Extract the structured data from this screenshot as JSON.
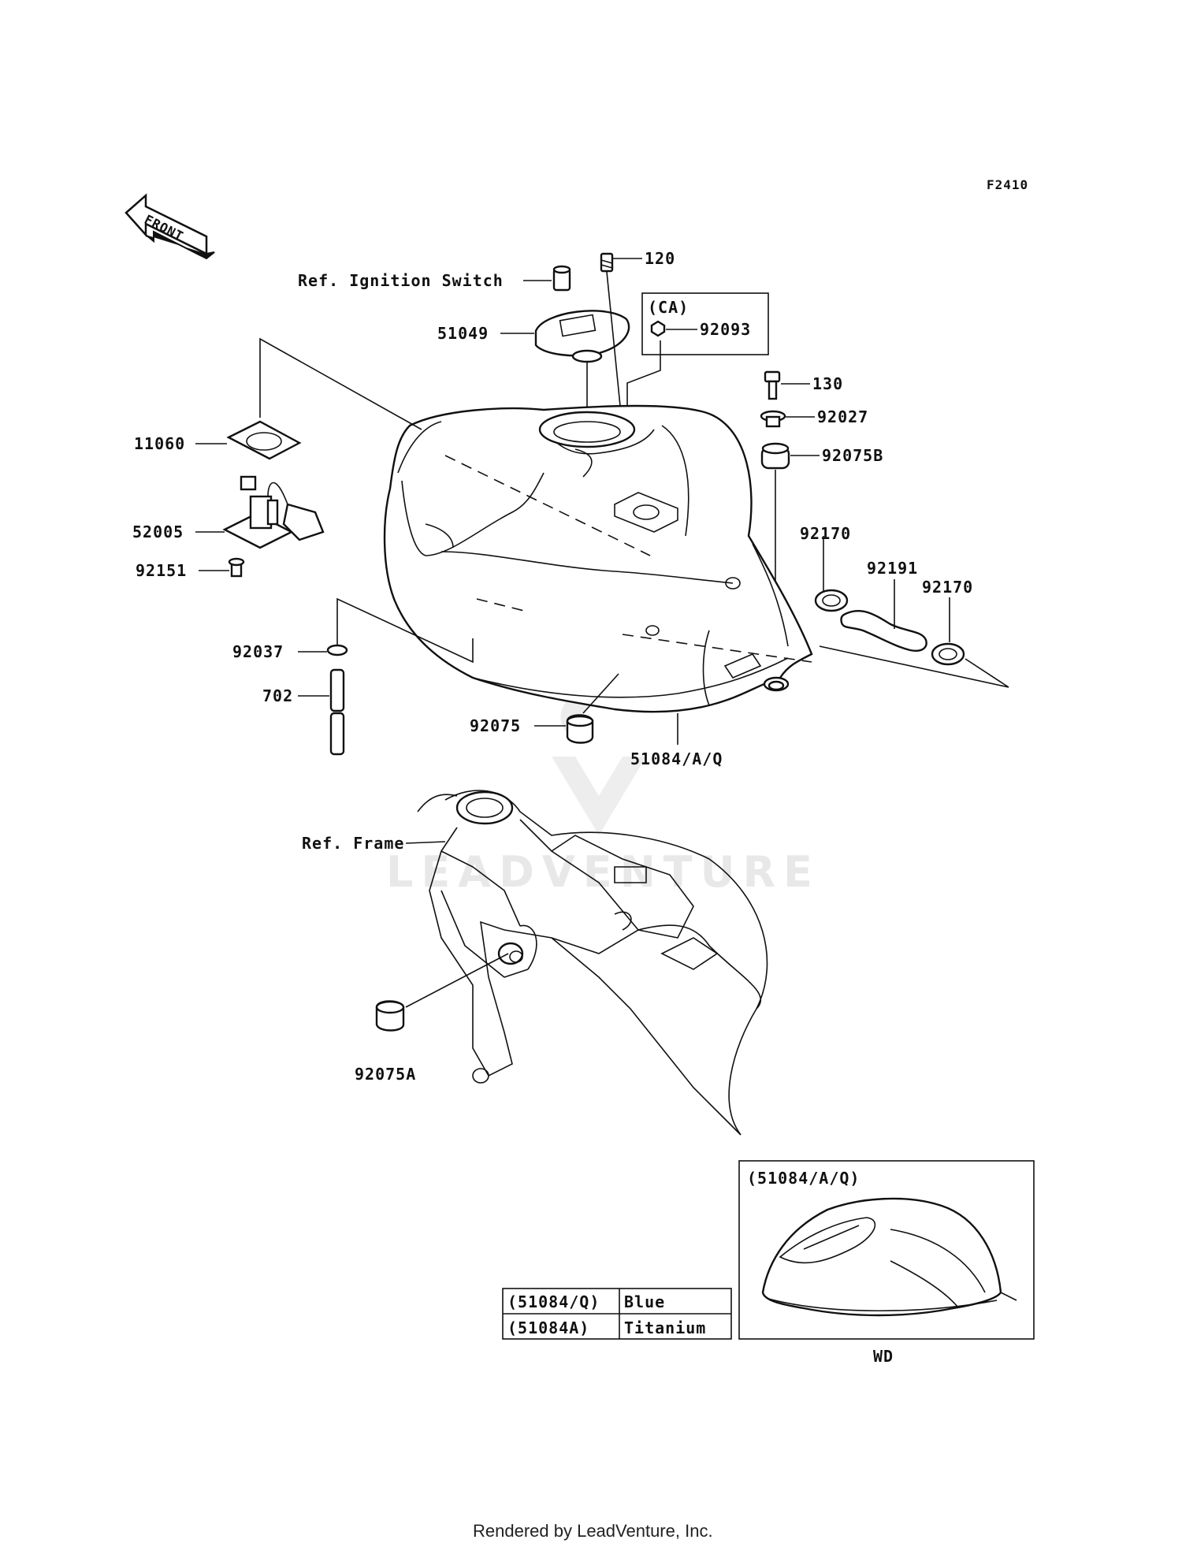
{
  "diagram_code": "F2410",
  "front_arrow": {
    "label": "FRONT",
    "icon": "front-arrow-icon"
  },
  "refs": {
    "ignition_switch": "Ref. Ignition Switch",
    "frame": "Ref. Frame"
  },
  "callouts": {
    "p120": "120",
    "p51049": "51049",
    "ca_box": "(CA)",
    "p92093": "92093",
    "p130": "130",
    "p92027": "92027",
    "p92075B": "92075B",
    "p11060": "11060",
    "p52005": "52005",
    "p92151": "92151",
    "p92170a": "92170",
    "p92191": "92191",
    "p92170b": "92170",
    "p92037": "92037",
    "p702": "702",
    "p92075": "92075",
    "p51084": "51084/A/Q",
    "p92075A": "92075A"
  },
  "color_table": {
    "rows": [
      {
        "part": "(51084/Q)",
        "color": "Blue"
      },
      {
        "part": "(51084A)",
        "color": "Titanium"
      }
    ]
  },
  "inset": {
    "title": "(51084/A/Q)",
    "caption": "WD"
  },
  "watermark": "LEADVENTURE",
  "footer": "Rendered by LeadVenture, Inc."
}
